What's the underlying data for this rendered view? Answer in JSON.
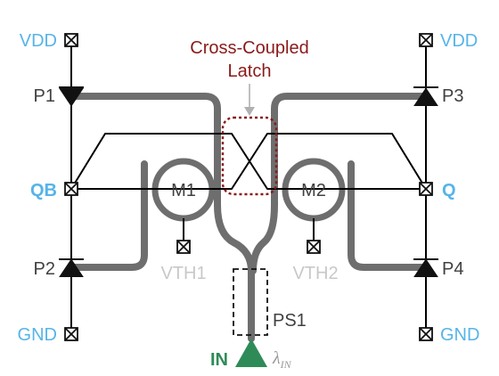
{
  "labels": {
    "latch_title_line1": "Cross-Coupled",
    "latch_title_line2": "Latch",
    "vdd_left": "VDD",
    "vdd_right": "VDD",
    "gnd_left": "GND",
    "gnd_right": "GND",
    "p1": "P1",
    "p2": "P2",
    "p3": "P3",
    "p4": "P4",
    "qb": "QB",
    "q": "Q",
    "m1": "M1",
    "m2": "M2",
    "vth1": "VTH1",
    "vth2": "VTH2",
    "ps1": "PS1",
    "in": "IN",
    "lambda_sym": "λ",
    "lambda_sub": "IN"
  },
  "colors": {
    "terminal_blue": "#56b4e9",
    "latch_red": "#8b1a1a",
    "input_green": "#2e8b57",
    "waveguide_gray": "#6e6e6e",
    "vth_gray": "#c8c8c8",
    "text_dark": "#404040"
  }
}
